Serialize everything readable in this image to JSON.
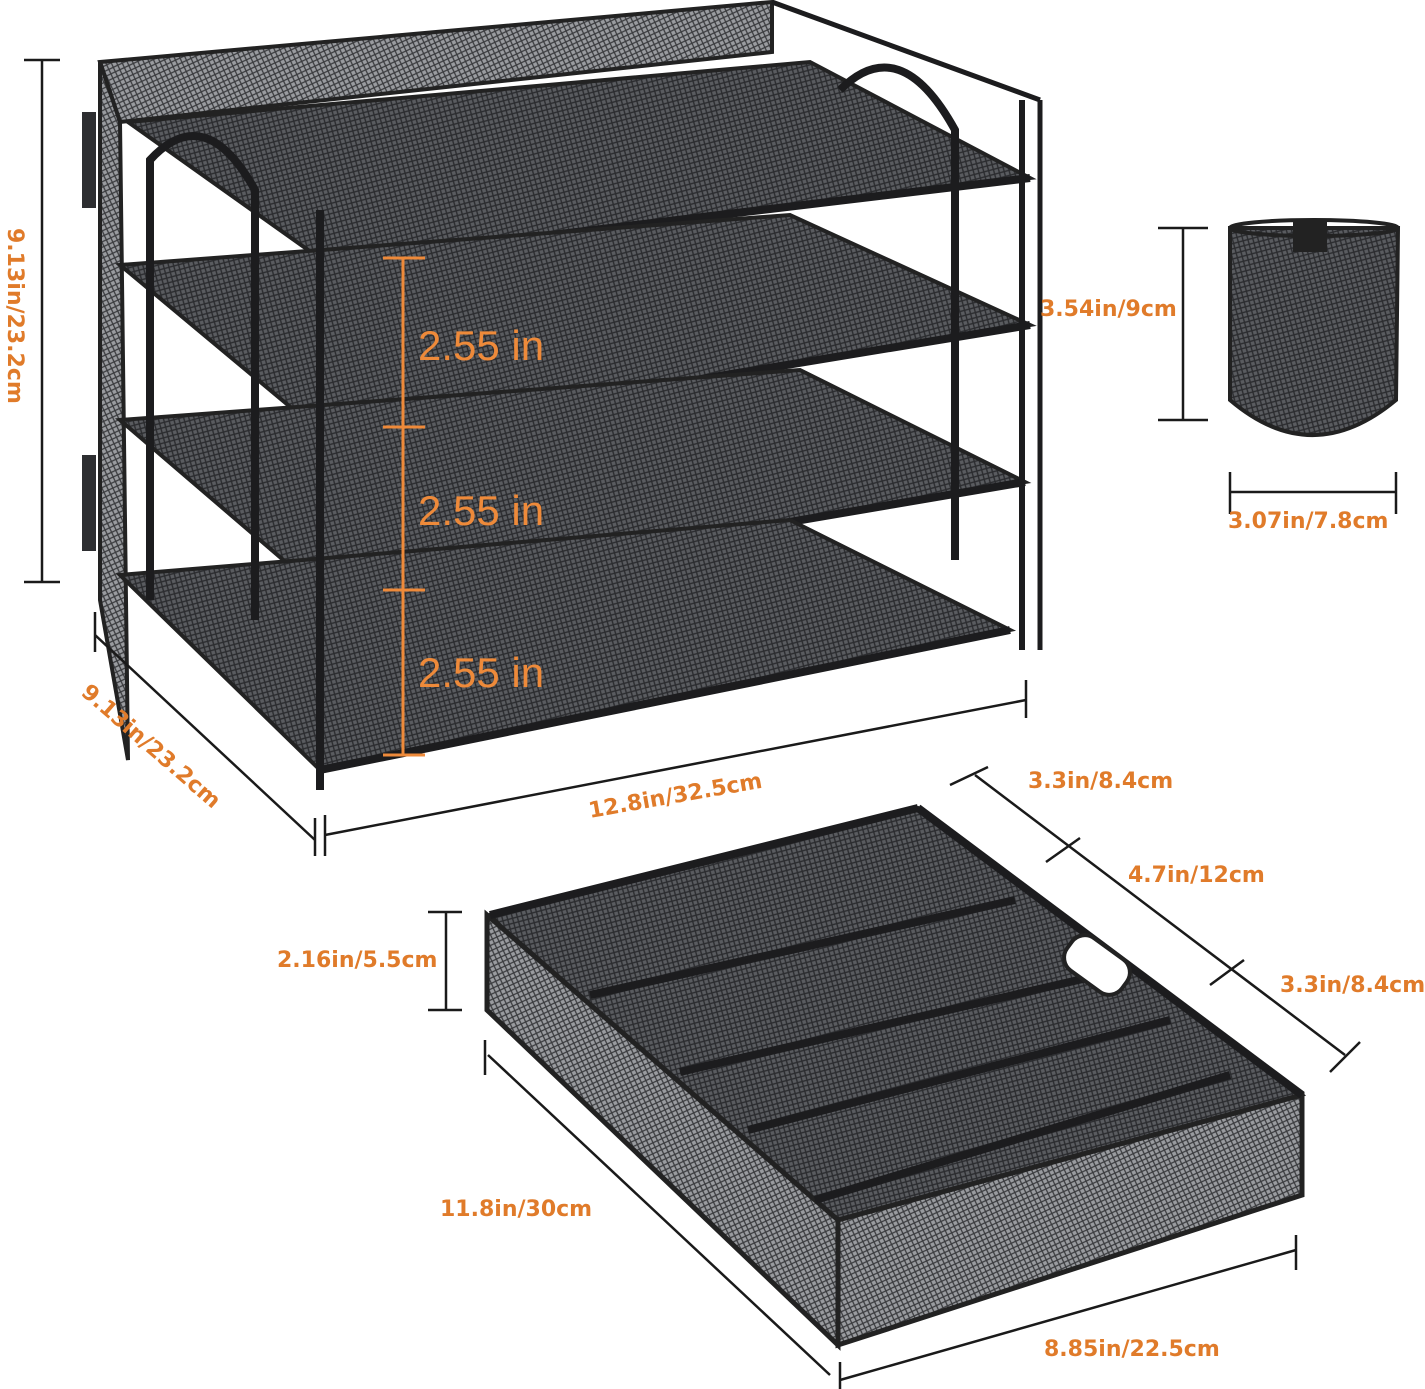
{
  "colors": {
    "label": "#e07b2a",
    "gap_label": "#ee8a3a",
    "dimension_line": "#1a1a1a",
    "metal": "#3c3d40",
    "metal_dark": "#222326",
    "background": "#ffffff"
  },
  "organizer": {
    "height_label": "9.13in/23.2cm",
    "depth_label": "9.13in/23.2cm",
    "width_label": "12.8in/32.5cm",
    "tier_gaps": [
      "2.55 in",
      "2.55 in",
      "2.55 in"
    ]
  },
  "pen_holder": {
    "height_label": "3.54in/9cm",
    "width_label": "3.07in/7.8cm"
  },
  "drawer": {
    "height_label": "2.16in/5.5cm",
    "length_label": "11.8in/30cm",
    "width_label": "8.85in/22.5cm",
    "compartments": [
      "3.3in/8.4cm",
      "4.7in/12cm",
      "3.3in/8.4cm"
    ]
  }
}
